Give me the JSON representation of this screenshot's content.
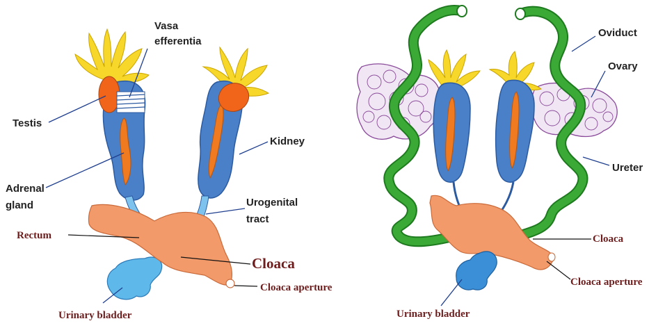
{
  "colors": {
    "kidney": "#4a80c8",
    "kidney_dark": "#2b5aa0",
    "core": "#f07a1f",
    "testis": "#f0651a",
    "fat_body": "#f7d72a",
    "cloaca": "#f39a6a",
    "bladder_male": "#5fb8ea",
    "bladder_female": "#3a8fd6",
    "tract": "#7ec3ee",
    "oviduct": "#3aa935",
    "ovary": "#8a4a9a"
  },
  "male": {
    "labels": {
      "vasa_line1": "Vasa",
      "vasa_line2": "efferentia",
      "testis": "Testis",
      "kidney": "Kidney",
      "adrenal_line1": "Adrenal",
      "adrenal_line2": "gland",
      "urogenital_line1": "Urogenital",
      "urogenital_line2": "tract",
      "rectum": "Rectum",
      "cloaca": "Cloaca",
      "cloaca_aperture": "Cloaca aperture",
      "urinary_bladder": "Urinary bladder"
    }
  },
  "female": {
    "labels": {
      "oviduct": "Oviduct",
      "ovary": "Ovary",
      "ureter": "Ureter",
      "cloaca": "Cloaca",
      "cloaca_aperture": "Cloaca aperture",
      "urinary_bladder": "Urinary bladder"
    }
  }
}
